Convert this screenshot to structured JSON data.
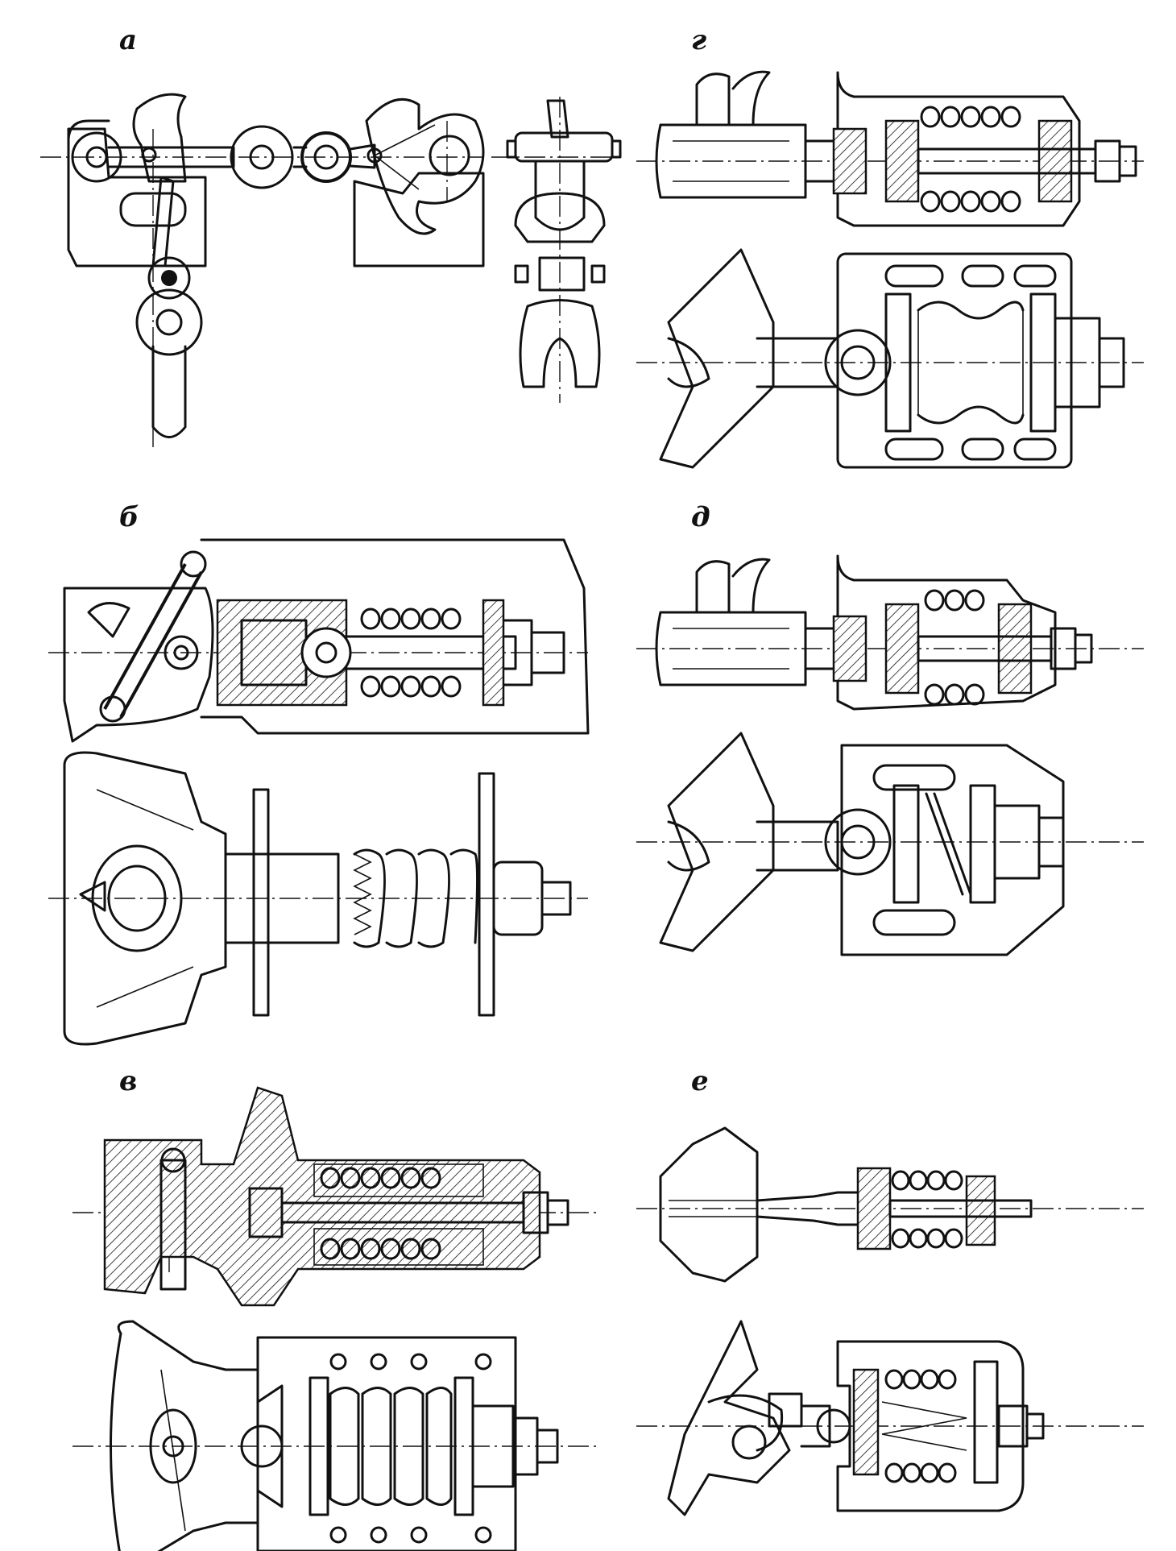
{
  "labels": {
    "a": "а",
    "g": "г",
    "b": "б",
    "d": "д",
    "v": "в",
    "e": "е"
  },
  "colors": {
    "ink": "#111111",
    "paper": "#ffffff"
  }
}
